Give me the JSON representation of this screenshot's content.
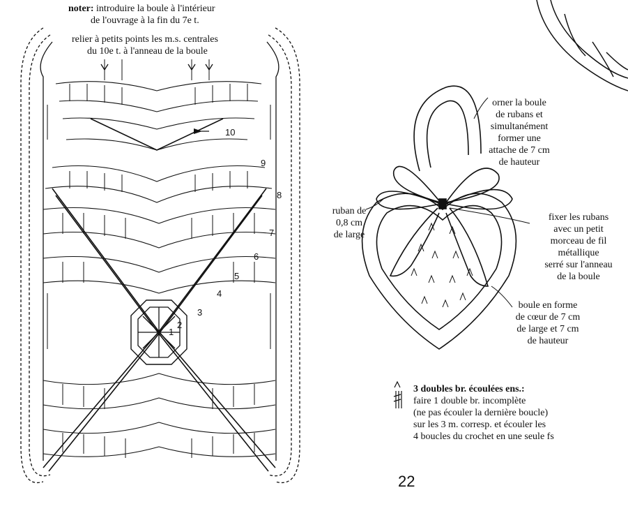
{
  "notes": {
    "line1_bold": "noter:",
    "line1": "introduire la boule à l'intérieur",
    "line2": "de l'ouvrage à la fin du 7e t.",
    "line3": "relier à petits points les m.s. centrales",
    "line4": "du 10e t. à l'anneau de la boule"
  },
  "row_numbers": [
    "1",
    "2",
    "3",
    "4",
    "5",
    "6",
    "7",
    "8",
    "9",
    "10"
  ],
  "callouts": {
    "ribbons": [
      "orner la boule",
      "de rubans et",
      "simultanément",
      "former une",
      "attache de 7 cm",
      "de hauteur"
    ],
    "ribbon_width": [
      "ruban de",
      "0,8 cm",
      "de large"
    ],
    "fix": [
      "fixer les rubans",
      "avec un petit",
      "morceau de fil",
      "métallique",
      "serré sur l'anneau",
      "de la boule"
    ],
    "ball": [
      "boule en forme",
      "de cœur de 7 cm",
      "de large et 7 cm",
      "de hauteur"
    ]
  },
  "legend": {
    "title": "3 doubles br. écoulées ens.:",
    "lines": [
      "faire 1 double br. incomplète",
      "(ne pas écouler la dernière boucle)",
      "sur les 3 m. corresp. et écouler les",
      "4 boucles du crochet en une seule fs"
    ]
  },
  "page_number": "22"
}
